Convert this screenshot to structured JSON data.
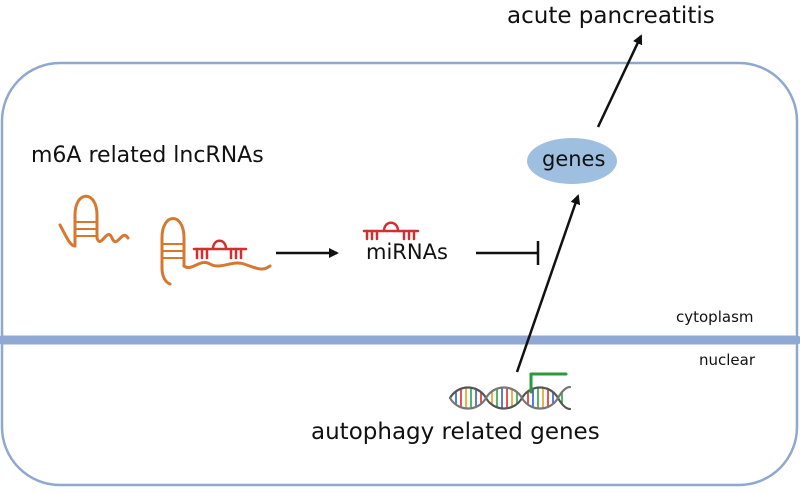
{
  "labels": {
    "outcome": "acute pancreatitis",
    "lncrnas": "m6A related lncRNAs",
    "genes": "genes",
    "mirnas": "miRNAs",
    "cytoplasm": "cytoplasm",
    "nuclear": "nuclear",
    "autophagy_genes": "autophagy related genes"
  },
  "colors": {
    "cell_border": "#8fa8d0",
    "membrane": "#8fa8d4",
    "genes_fill": "#9fbfe0",
    "lncrna": "#d87830",
    "mirna": "#d03030",
    "arrow": "#111111",
    "promoter": "#2a9a3a"
  }
}
